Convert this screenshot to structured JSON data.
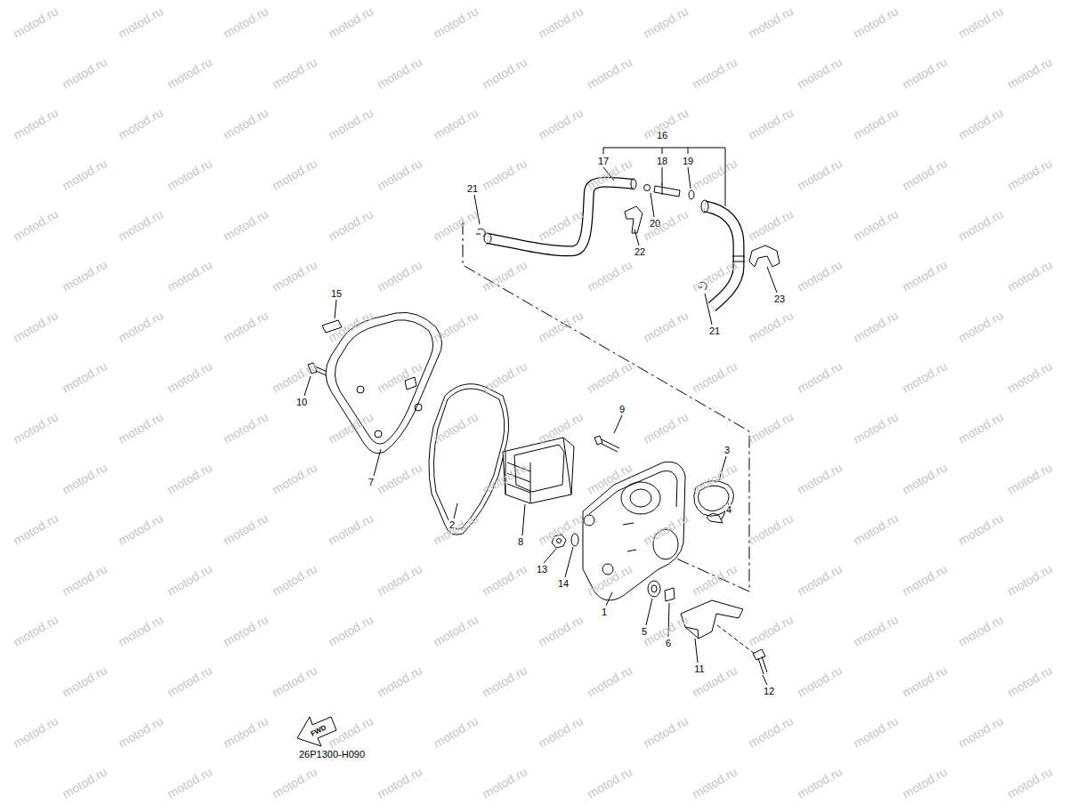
{
  "diagram": {
    "labels": [
      "16",
      "17",
      "18",
      "19",
      "21",
      "20",
      "22",
      "21",
      "23",
      "15",
      "10",
      "9",
      "3",
      "7",
      "2",
      "8",
      "4",
      "13",
      "14",
      "1",
      "5",
      "6",
      "11",
      "12",
      "FWD",
      "26P1300-H090",
      "motod.ru",
      "motod.ru",
      "motod.ru",
      "motod.ru",
      "motod.ru",
      "motod.ru",
      "motod.ru",
      "motod.ru",
      "motod.ru",
      "motod.ru",
      "motod.ru",
      "motod.ru",
      "motod.ru",
      "motod.ru",
      "motod.ru",
      "motod.ru",
      "motod.ru",
      "motod.ru",
      "motod.ru",
      "motod.ru",
      "motod.ru",
      "motod.ru",
      "motod.ru",
      "motod.ru",
      "motod.ru",
      "motod.ru",
      "motod.ru",
      "motod.ru",
      "motod.ru",
      "motod.ru",
      "motod.ru",
      "motod.ru",
      "motod.ru",
      "motod.ru",
      "motod.ru",
      "motod.ru",
      "motod.ru",
      "motod.ru",
      "motod.ru",
      "motod.ru",
      "motod.ru",
      "motod.ru",
      "motod.ru",
      "motod.ru",
      "motod.ru",
      "motod.ru",
      "motod.ru",
      "motod.ru",
      "motod.ru",
      "motod.ru",
      "motod.ru",
      "motod.ru",
      "motod.ru",
      "motod.ru",
      "motod.ru",
      "motod.ru",
      "motod.ru",
      "motod.ru",
      "motod.ru",
      "motod.ru",
      "motod.ru",
      "motod.ru",
      "motod.ru",
      "motod.ru",
      "motod.ru",
      "motod.ru",
      "motod.ru",
      "motod.ru",
      "motod.ru",
      "motod.ru",
      "motod.ru",
      "motod.ru",
      "motod.ru",
      "motod.ru",
      "motod.ru",
      "motod.ru",
      "motod.ru",
      "motod.ru",
      "motod.ru",
      "motod.ru",
      "motod.ru",
      "motod.ru",
      "motod.ru",
      "motod.ru",
      "motod.ru",
      "motod.ru",
      "motod.ru",
      "motod.ru",
      "motod.ru",
      "motod.ru",
      "motod.ru",
      "motod.ru",
      "motod.ru",
      "motod.ru",
      "motod.ru",
      "motod.ru",
      "motod.ru",
      "motod.ru",
      "motod.ru",
      "motod.ru",
      "motod.ru",
      "motod.ru",
      "motod.ru",
      "motod.ru",
      "motod.ru",
      "motod.ru",
      "motod.ru",
      "motod.ru",
      "motod.ru",
      "motod.ru",
      "motod.ru",
      "motod.ru",
      "motod.ru",
      "motod.ru",
      "motod.ru",
      "motod.ru",
      "motod.ru",
      "motod.ru",
      "motod.ru",
      "motod.ru",
      "motod.ru",
      "motod.ru",
      "motod.ru",
      "motod.ru",
      "motod.ru",
      "motod.ru",
      "motod.ru",
      "motod.ru",
      "motod.ru",
      "motod.ru",
      "motod.ru",
      "motod.ru",
      "motod.ru",
      "motod.ru",
      "motod.ru",
      "motod.ru",
      "motod.ru",
      "motod.ru",
      "motod.ru",
      "motod.ru",
      "motod.ru",
      "motod.ru",
      "motod.ru",
      "motod.ru",
      "motod.ru",
      "motod.ru",
      "motod.ru",
      "motod.ru",
      "motod.ru",
      "motod.ru",
      "motod.ru",
      "motod.ru",
      "motod.ru",
      "motod.ru",
      "motod.ru",
      "motod.ru",
      "motod.ru",
      "motod.ru",
      "motod.ru",
      "motod.ru"
    ]
  }
}
